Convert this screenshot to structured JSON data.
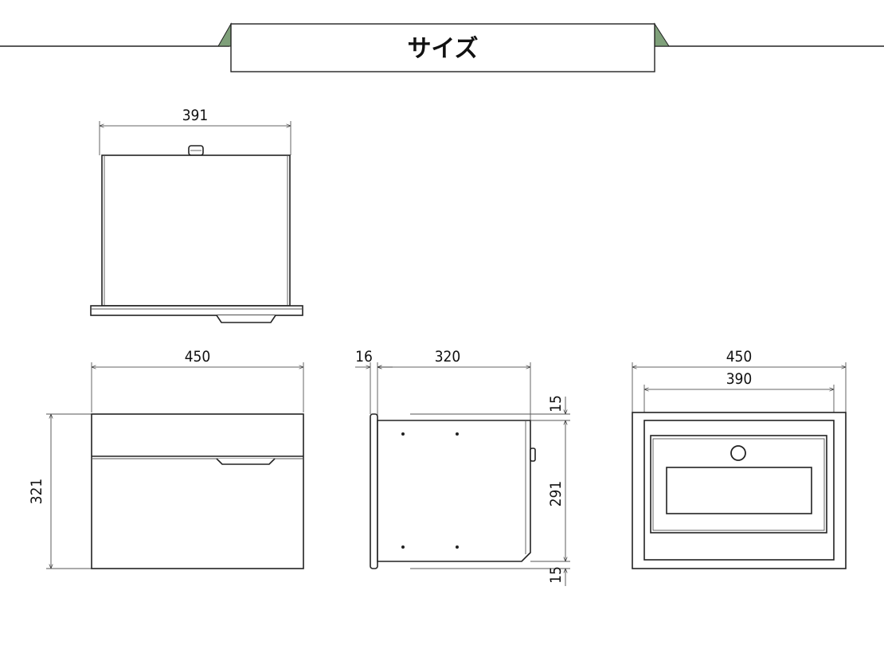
{
  "header": {
    "title": "サイズ",
    "accent_color": "#7fa07a"
  },
  "top_view": {
    "width_label": "391"
  },
  "front_view": {
    "width_label": "450",
    "height_label": "321"
  },
  "side_view": {
    "flange_label": "16",
    "depth_label": "320",
    "top_gap_label": "15",
    "inner_height_label": "291",
    "bottom_gap_label": "15"
  },
  "back_view": {
    "outer_width_label": "450",
    "inner_width_label": "390"
  }
}
